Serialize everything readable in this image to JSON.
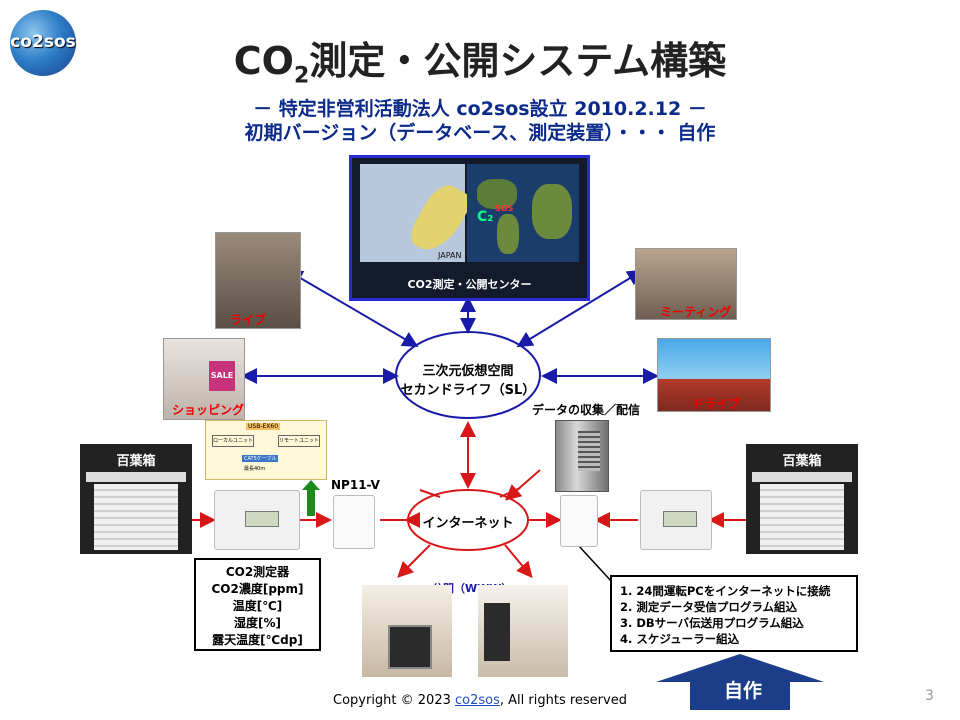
{
  "logo": {
    "text": "co2sos"
  },
  "title": {
    "main": "CO",
    "subscript": "2",
    "rest": "測定・公開システム構築"
  },
  "subtitle": {
    "line1": "－ 特定非営利活動法人 co2sos設立 2010.2.12 －",
    "line2": "初期バージョン（データベース、測定装置）・・・ 自作"
  },
  "center_image": {
    "caption": "CO2測定・公開センター",
    "map_label_japan": "JAPAN",
    "map_label_c2": "C₂",
    "map_label_sos": "SOS"
  },
  "photos": {
    "live": "ライブ",
    "meeting": "ミーティング",
    "shopping": "ショッピング",
    "drive": "ドライブ",
    "sale": "SALE"
  },
  "second_life": {
    "line1": "三次元仮想空間",
    "line2": "セカンドライフ（SL）"
  },
  "internet": {
    "label": "インターネット"
  },
  "data_collection": {
    "label": "データの収集／配信"
  },
  "router": {
    "label": "NP11-V"
  },
  "public_label": "公開（WWW）",
  "hyakuyobako": {
    "left": "百葉箱",
    "right": "百葉箱"
  },
  "usb_diagram": {
    "tag": "USB-EX60",
    "left_unit": "ローカルユニット",
    "right_unit": "リモートユニット",
    "cable": "CAT5ケーブル",
    "max": "最長40m"
  },
  "sensor_box": {
    "lines": [
      "CO2測定器",
      "CO2濃度[ppm]",
      "温度[℃]",
      "湿度[%]",
      "露天温度[℃dp]"
    ]
  },
  "steps_box": {
    "lines": [
      "1. 24間運転PCをインターネットに接続",
      "2. 測定データ受信プログラム組込",
      "3. DBサーバ伝送用プログラム組込",
      "4. スケジューラー組込"
    ]
  },
  "jisaku": "自作",
  "footer": {
    "prefix": "Copyright © 2023 ",
    "link": "co2sos",
    "suffix": ", All rights reserved",
    "page": "3"
  },
  "colors": {
    "blue_arrow": "#1a1aa8",
    "red_arrow": "#d81818",
    "title_blue": "#0b2a8a",
    "jisaku_blue": "#1c3e8a",
    "green_arrow": "#1e8a1e"
  }
}
